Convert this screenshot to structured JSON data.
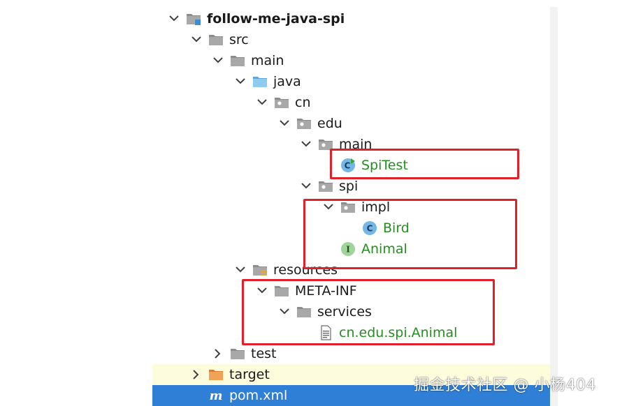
{
  "tree": [
    {
      "id": "project",
      "label": "follow-me-java-spi",
      "icon": "module-icon",
      "chevron": "down",
      "bold": true
    },
    {
      "id": "src",
      "label": "src",
      "icon": "folder-icon",
      "chevron": "down"
    },
    {
      "id": "main",
      "label": "main",
      "icon": "folder-icon",
      "chevron": "down"
    },
    {
      "id": "java",
      "label": "java",
      "icon": "source-folder-icon",
      "chevron": "down"
    },
    {
      "id": "cn",
      "label": "cn",
      "icon": "package-icon",
      "chevron": "down"
    },
    {
      "id": "edu",
      "label": "edu",
      "icon": "package-icon",
      "chevron": "down"
    },
    {
      "id": "main-pkg",
      "label": "main",
      "icon": "package-icon",
      "chevron": "down"
    },
    {
      "id": "spitest",
      "label": "SpiTest",
      "icon": "runnable-class-icon",
      "chevron": "none",
      "green": true
    },
    {
      "id": "spi",
      "label": "spi",
      "icon": "package-icon",
      "chevron": "down"
    },
    {
      "id": "impl",
      "label": "impl",
      "icon": "package-icon",
      "chevron": "down"
    },
    {
      "id": "bird",
      "label": "Bird",
      "icon": "class-icon",
      "chevron": "none",
      "green": true
    },
    {
      "id": "animal",
      "label": "Animal",
      "icon": "interface-icon",
      "chevron": "none",
      "green": true
    },
    {
      "id": "resources",
      "label": "resources",
      "icon": "resources-folder-icon",
      "chevron": "down"
    },
    {
      "id": "meta-inf",
      "label": "META-INF",
      "icon": "folder-icon",
      "chevron": "down"
    },
    {
      "id": "services",
      "label": "services",
      "icon": "folder-icon",
      "chevron": "down"
    },
    {
      "id": "service-file",
      "label": "cn.edu.spi.Animal",
      "icon": "text-file-icon",
      "chevron": "none",
      "green": true
    },
    {
      "id": "test",
      "label": "test",
      "icon": "folder-icon",
      "chevron": "right"
    },
    {
      "id": "target",
      "label": "target",
      "icon": "excluded-folder-icon",
      "chevron": "right",
      "highlight": "yellow"
    },
    {
      "id": "pom",
      "label": "pom.xml",
      "icon": "maven-icon",
      "chevron": "none",
      "highlight": "blue"
    }
  ],
  "colors": {
    "highlight_border": "#e0202a",
    "selected_row": "#2f7fd6",
    "target_row": "#fdfcdc",
    "green_label": "#248f1f"
  },
  "watermark": "掘金技术社区 @ 小杨404"
}
